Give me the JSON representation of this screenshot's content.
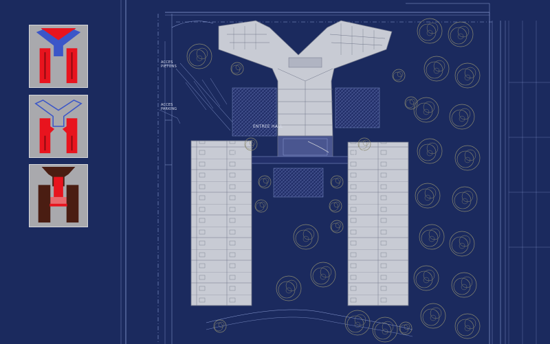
{
  "colors": {
    "background": "#1b2a5e",
    "thumbnail_bg": "#a9a9ad",
    "highlight_red": "#e8141e",
    "highlight_blue": "#3b56c8",
    "dark_brown": "#4a1d12",
    "building_fill": "#c8cbd4",
    "linework": "#8ea0d8",
    "tree_outline": "#8c8a70"
  },
  "thumbnails": [
    {
      "name": "thumb-wings-blue-y",
      "highlight": "y-block blue, wings red"
    },
    {
      "name": "thumb-outline-y",
      "highlight": "y-block outline, wings red"
    },
    {
      "name": "thumb-central-dark",
      "highlight": "wings dark, link red"
    }
  ],
  "labels": {
    "acces_pietons": "ACCES PIETONS",
    "acces_parking": "ACCES PARKING",
    "entree_hall": "ENTREE HALL"
  },
  "icons": [
    "north-arrow-icon",
    "tree-icon"
  ]
}
